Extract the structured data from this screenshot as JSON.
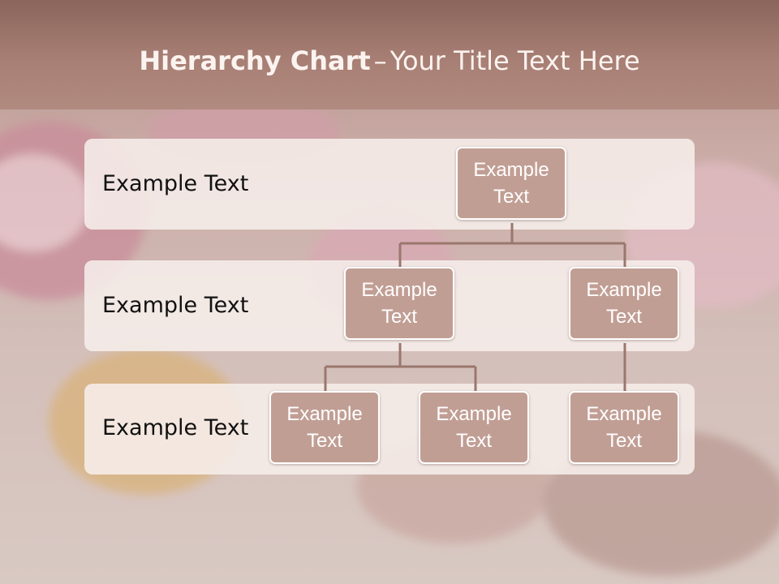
{
  "slide": {
    "title_bold": "Hierarchy Chart",
    "title_dash": "–",
    "title_rest": "Your Title Text Here"
  },
  "levels": [
    {
      "label": "Example Text"
    },
    {
      "label": "Example Text"
    },
    {
      "label": "Example Text"
    }
  ],
  "nodes": [
    {
      "id": "root",
      "text": "Example Text"
    },
    {
      "id": "mid-left",
      "text": "Example Text"
    },
    {
      "id": "mid-right",
      "text": "Example Text"
    },
    {
      "id": "leaf-1",
      "text": "Example Text"
    },
    {
      "id": "leaf-2",
      "text": "Example Text"
    },
    {
      "id": "leaf-3",
      "text": "Example Text"
    }
  ],
  "colors": {
    "node_fill": "#c19e94",
    "connector": "#9a776d",
    "band_fill": "#f6eeeb"
  }
}
